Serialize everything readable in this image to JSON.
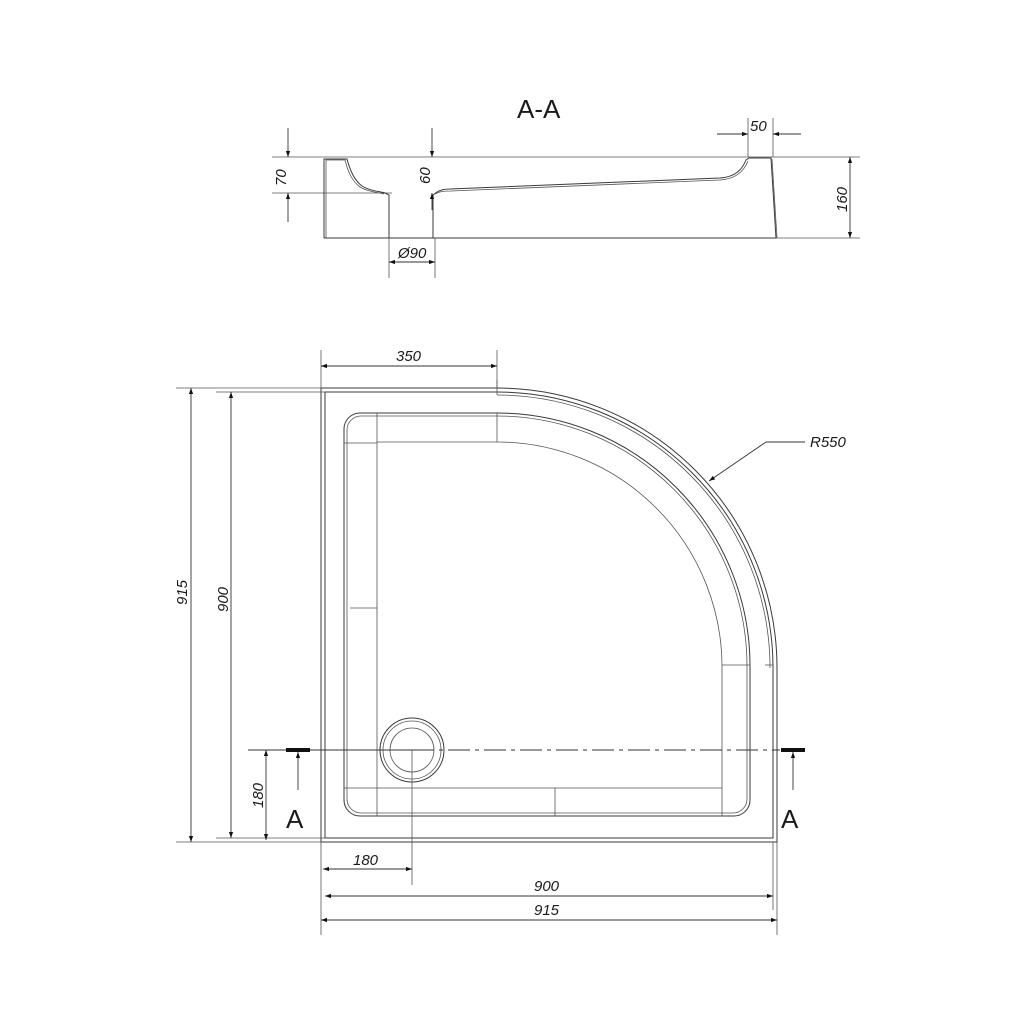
{
  "section_view": {
    "title": "A-A",
    "dimensions": {
      "rim_height": "70",
      "floor_depth": "60",
      "drain_diameter": "Ø90",
      "rim_width": "50",
      "total_height": "160"
    }
  },
  "plan_view": {
    "dimensions": {
      "top_straight": "350",
      "radius": "R550",
      "height_outer": "915",
      "height_inner": "900",
      "drain_offset_y": "180",
      "drain_offset_x": "180",
      "width_inner": "900",
      "width_outer": "915"
    },
    "section_markers": {
      "left": "A",
      "right": "A"
    }
  },
  "colors": {
    "line": "#3a3a3a",
    "text": "#1a1a1a",
    "background": "#ffffff"
  }
}
